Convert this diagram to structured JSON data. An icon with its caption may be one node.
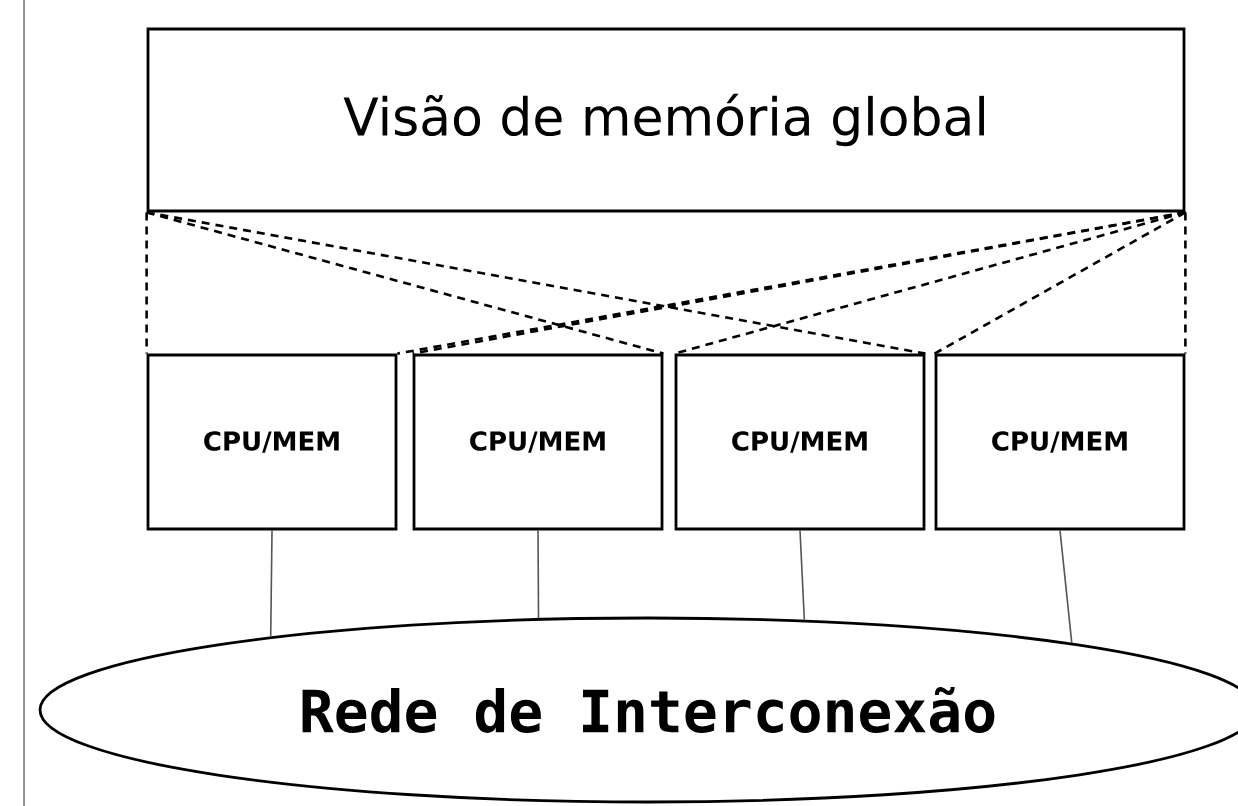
{
  "diagram": {
    "nodes": [
      {
        "text": [
          "Visão de memória global"
        ]
      },
      {
        "text": [
          "CPU/MEM"
        ]
      },
      {
        "text": [
          "CPU/MEM"
        ]
      },
      {
        "text": [
          "CPU/MEM"
        ]
      },
      {
        "text": [
          "CPU/MEM"
        ]
      },
      {
        "text": [
          "Rede de Interconexão"
        ]
      }
    ],
    "edges": [
      {
        "from": 0,
        "to": 1,
        "arrow": "none",
        "style": "dashed"
      },
      {
        "from": 0,
        "to": 1,
        "arrow": "none",
        "style": "dashed"
      },
      {
        "from": 0,
        "to": 2,
        "arrow": "none",
        "style": "dashed"
      },
      {
        "from": 0,
        "to": 3,
        "arrow": "none",
        "style": "dashed"
      },
      {
        "from": 0,
        "to": 4,
        "arrow": "none",
        "style": "dashed"
      },
      {
        "from": 0,
        "to": 4,
        "arrow": "none",
        "style": "dashed"
      },
      {
        "from": 0,
        "to": 3,
        "arrow": "none",
        "style": "dashed"
      },
      {
        "from": 0,
        "to": 2,
        "arrow": "none",
        "style": "dashed"
      },
      {
        "from": 1,
        "to": 5,
        "arrow": "none",
        "color": "#555555"
      },
      {
        "from": 2,
        "to": 5,
        "arrow": "none",
        "color": "#555555"
      },
      {
        "from": 3,
        "to": 5,
        "arrow": "none",
        "color": "#555555"
      },
      {
        "from": 4,
        "to": 5,
        "arrow": "none",
        "color": "#555555"
      }
    ]
  }
}
